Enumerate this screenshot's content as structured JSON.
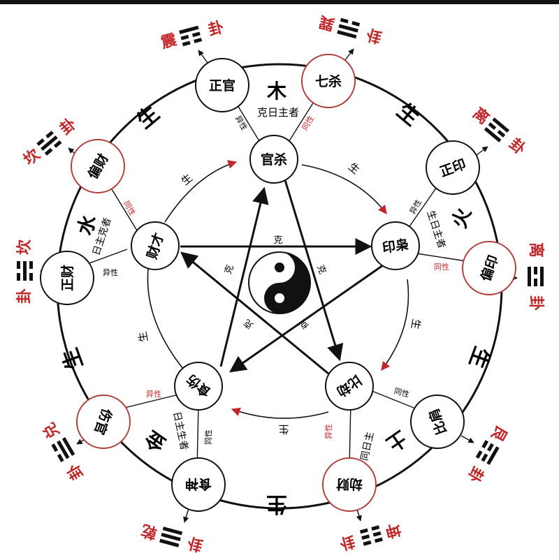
{
  "center_core": {
    "label_top": "官杀",
    "label_right": "印枭",
    "label_lowright": "比劫",
    "label_lowleft": "食伤",
    "label_left": "财才"
  },
  "elements": {
    "wood": "木",
    "fire": "火",
    "earth": "土",
    "metal": "金",
    "water": "水"
  },
  "day_master_relations": {
    "wood": "克日主者",
    "fire": "生日主者",
    "earth": "同日主",
    "metal": "日主生者",
    "water": "日主克者"
  },
  "inner_arrow_labels": {
    "sheng": "生",
    "ke": "克"
  },
  "outer_ring_label": "生",
  "outer_circles": {
    "zhengguan": "正官",
    "qisha": "七杀",
    "zhengyin": "正印",
    "pianyin": "偏印",
    "bijian": "比肩",
    "jiecai": "劫财",
    "shishen": "食神",
    "shangguan": "伤官",
    "zhengcai": "正财",
    "piancai": "偏财"
  },
  "polarity": {
    "same": "同性",
    "different": "异性"
  },
  "trigrams": {
    "zhen": "震",
    "xun": "巽",
    "li": "离",
    "gen": "艮",
    "kun": "坤",
    "qian": "乾",
    "dui": "兑",
    "kan": "坎",
    "gua": "卦"
  },
  "colors": {
    "ink": "#111111",
    "accent_red": "#c0292b",
    "circle_red_stroke": "#b04040"
  }
}
